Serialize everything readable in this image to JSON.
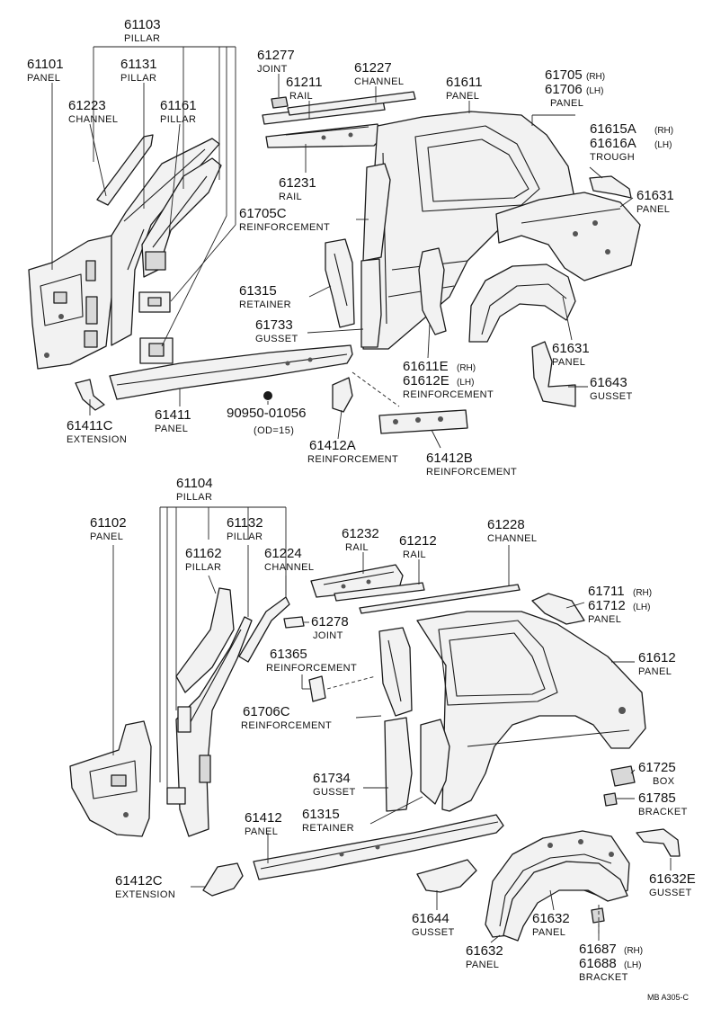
{
  "labels": {
    "p61103": {
      "num": "61103",
      "name": "PILLAR"
    },
    "p61101": {
      "num": "61101",
      "name": "PANEL"
    },
    "p61131": {
      "num": "61131",
      "name": "PILLAR"
    },
    "p61223": {
      "num": "61223",
      "name": "CHANNEL"
    },
    "p61161": {
      "num": "61161",
      "name": "PILLAR"
    },
    "p61277": {
      "num": "61277",
      "name": "JOINT"
    },
    "p61211": {
      "num": "61211",
      "name": "RAIL"
    },
    "p61227": {
      "num": "61227",
      "name": "CHANNEL"
    },
    "p61611": {
      "num": "61611",
      "name": "PANEL"
    },
    "p61705": {
      "num": "61705",
      "sfx": "(RH)",
      "num2": "61706",
      "sfx2": "(LH)",
      "name": "PANEL"
    },
    "p61615A": {
      "num": "61615A",
      "sfx": "(RH)",
      "num2": "61616A",
      "sfx2": "(LH)",
      "name": "TROUGH"
    },
    "p61231": {
      "num": "61231",
      "name": "RAIL"
    },
    "p61705C": {
      "num": "61705C",
      "name": "REINFORCEMENT"
    },
    "p61631a": {
      "num": "61631",
      "name": "PANEL"
    },
    "p61315a": {
      "num": "61315",
      "name": "RETAINER"
    },
    "p61733": {
      "num": "61733",
      "name": "GUSSET"
    },
    "p61631b": {
      "num": "61631",
      "name": "PANEL"
    },
    "p61611E": {
      "num": "61611E",
      "sfx": "(RH)",
      "num2": "61612E",
      "sfx2": "(LH)",
      "name": "REINFORCEMENT"
    },
    "p61643": {
      "num": "61643",
      "name": "GUSSET"
    },
    "p61411C": {
      "num": "61411C",
      "name": "EXTENSION"
    },
    "p61411": {
      "num": "61411",
      "name": "PANEL"
    },
    "p90950": {
      "num": "90950-01056",
      "name": "(OD=15)"
    },
    "p61412A": {
      "num": "61412A",
      "name": "REINFORCEMENT"
    },
    "p61412B": {
      "num": "61412B",
      "name": "REINFORCEMENT"
    },
    "p61104": {
      "num": "61104",
      "name": "PILLAR"
    },
    "p61102": {
      "num": "61102",
      "name": "PANEL"
    },
    "p61132": {
      "num": "61132",
      "name": "PILLAR"
    },
    "p61162": {
      "num": "61162",
      "name": "PILLAR"
    },
    "p61224": {
      "num": "61224",
      "name": "CHANNEL"
    },
    "p61232": {
      "num": "61232",
      "name": "RAIL"
    },
    "p61212": {
      "num": "61212",
      "name": "RAIL"
    },
    "p61228": {
      "num": "61228",
      "name": "CHANNEL"
    },
    "p61711": {
      "num": "61711",
      "sfx": "(RH)",
      "num2": "61712",
      "sfx2": "(LH)",
      "name": "PANEL"
    },
    "p61278": {
      "num": "61278",
      "name": "JOINT"
    },
    "p61365": {
      "num": "61365",
      "name": "REINFORCEMENT"
    },
    "p61612": {
      "num": "61612",
      "name": "PANEL"
    },
    "p61706C": {
      "num": "61706C",
      "name": "REINFORCEMENT"
    },
    "p61725": {
      "num": "61725",
      "name": "BOX"
    },
    "p61734": {
      "num": "61734",
      "name": "GUSSET"
    },
    "p61785": {
      "num": "61785",
      "name": "BRACKET"
    },
    "p61315b": {
      "num": "61315",
      "name": "RETAINER"
    },
    "p61412": {
      "num": "61412",
      "name": "PANEL"
    },
    "p61412C": {
      "num": "61412C",
      "name": "EXTENSION"
    },
    "p61632E": {
      "num": "61632E",
      "name": "GUSSET"
    },
    "p61644": {
      "num": "61644",
      "name": "GUSSET"
    },
    "p61632a": {
      "num": "61632",
      "name": "PANEL"
    },
    "p61632b": {
      "num": "61632",
      "name": "PANEL"
    },
    "p61687": {
      "num": "61687",
      "sfx": "(RH)",
      "num2": "61688",
      "sfx2": "(LH)",
      "name": "BRACKET"
    }
  },
  "drawing_code": "MB  A305-C"
}
